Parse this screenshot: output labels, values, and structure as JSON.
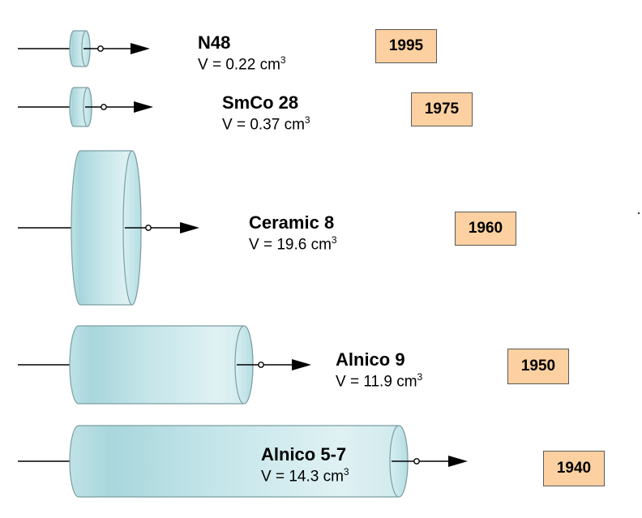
{
  "magnets": [
    {
      "name": "N48",
      "volume_prefix": "V = ",
      "volume_value": "0.22",
      "volume_unit": "cm",
      "volume_exp": "3",
      "year": "1995"
    },
    {
      "name": "SmCo 28",
      "volume_prefix": "V = ",
      "volume_value": "0.37",
      "volume_unit": "cm",
      "volume_exp": "3",
      "year": "1975"
    },
    {
      "name": "Ceramic 8",
      "volume_prefix": "V = ",
      "volume_value": "19.6",
      "volume_unit": "cm",
      "volume_exp": "3",
      "year": "1960"
    },
    {
      "name": "Alnico 9",
      "volume_prefix": "V = ",
      "volume_value": "11.9",
      "volume_unit": "cm",
      "volume_exp": "3",
      "year": "1950"
    },
    {
      "name": "Alnico 5-7",
      "volume_prefix": "V = ",
      "volume_value": "14.3",
      "volume_unit": "cm",
      "volume_exp": "3",
      "year": "1940"
    }
  ],
  "colors": {
    "cylinder_light": "#dff1f3",
    "cylinder_mid": "#a9d7dc",
    "cylinder_dark": "#8fc4cb",
    "cylinder_edge": "#7a9ea3",
    "year_box": "#fcd0a0",
    "axis": "#000000"
  }
}
